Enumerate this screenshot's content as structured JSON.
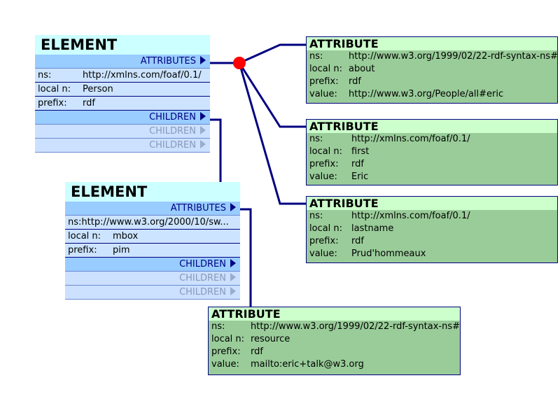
{
  "colors": {
    "wire": "#000080",
    "junction": "#ff0000",
    "element_header": "#ccffff",
    "element_row": "#cce4ff",
    "element_bar": "#99ccff",
    "attribute_body": "#99cc99",
    "attribute_header": "#ccffcc"
  },
  "elements": [
    {
      "title": "ELEMENT",
      "attributes_label": "ATTRIBUTES",
      "ns_label": "ns:",
      "ns": "http://xmlns.com/foaf/0.1/",
      "local_label": "local n:",
      "local": "Person",
      "prefix_label": "prefix:",
      "prefix": "rdf",
      "children": [
        "CHILDREN",
        "CHILDREN",
        "CHILDREN"
      ]
    },
    {
      "title": "ELEMENT",
      "attributes_label": "ATTRIBUTES",
      "ns_label": "ns:",
      "ns": "http://www.w3.org/2000/10/sw...",
      "local_label": "local n:",
      "local": "mbox",
      "prefix_label": "prefix:",
      "prefix": "pim",
      "children": [
        "CHILDREN",
        "CHILDREN",
        "CHILDREN"
      ]
    }
  ],
  "attributes": [
    {
      "title": "ATTRIBUTE",
      "ns_label": "ns:",
      "ns": "http://www.w3.org/1999/02/22-rdf-syntax-ns#",
      "local_label": "local n:",
      "local": "about",
      "prefix_label": "prefix:",
      "prefix": "rdf",
      "value_label": "value:",
      "value": "http://www.w3.org/People/all#eric"
    },
    {
      "title": "ATTRIBUTE",
      "ns_label": "ns:",
      "ns": "http://xmlns.com/foaf/0.1/",
      "local_label": "local n:",
      "local": "first",
      "prefix_label": "prefix:",
      "prefix": "rdf",
      "value_label": "value:",
      "value": "Eric"
    },
    {
      "title": "ATTRIBUTE",
      "ns_label": "ns:",
      "ns": "http://xmlns.com/foaf/0.1/",
      "local_label": "local n:",
      "local": "lastname",
      "prefix_label": "prefix:",
      "prefix": "rdf",
      "value_label": "value:",
      "value": "Prud'hommeaux"
    },
    {
      "title": "ATTRIBUTE",
      "ns_label": "ns:",
      "ns": "http://www.w3.org/1999/02/22-rdf-syntax-ns#",
      "local_label": "local n:",
      "local": "resource",
      "prefix_label": "prefix:",
      "prefix": "rdf",
      "value_label": "value:",
      "value": "mailto:eric+talk@w3.org"
    }
  ]
}
